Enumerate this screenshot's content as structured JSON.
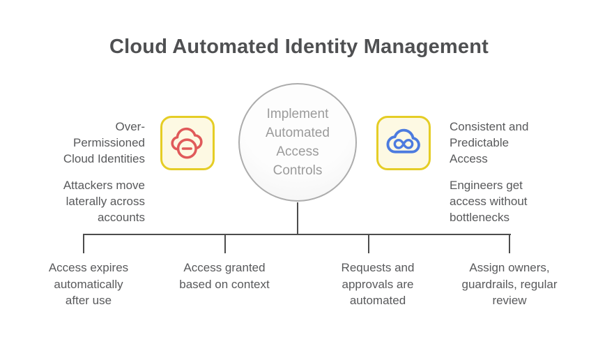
{
  "title": "Cloud Automated Identity Management",
  "center_node": {
    "label": "Implement\nAutomated\nAccess\nControls"
  },
  "left_branch": {
    "icon": "cloud-remove-icon",
    "heading": "Over-\nPermissioned\nCloud Identities",
    "description": "Attackers move\nlaterally across\naccounts"
  },
  "right_branch": {
    "icon": "creative-cloud-icon",
    "heading": "Consistent and\nPredictable\nAccess",
    "description": "Engineers get\naccess without\nbottlenecks"
  },
  "bottom_items": [
    {
      "label": "Access expires\nautomatically\nafter use"
    },
    {
      "label": "Access granted\nbased on context"
    },
    {
      "label": "Requests and\napprovals are\nautomated"
    },
    {
      "label": "Assign owners,\nguardrails, regular\nreview"
    }
  ],
  "colors": {
    "title-text": "#4f5052",
    "body-text": "#58595b",
    "circle-text": "#9b9b9b",
    "circle-border": "#acacac",
    "line": "#4c4c4c",
    "icon-box-fill": "#fdf9e3",
    "icon-box-border": "#e5cd25",
    "cloud-remove": "#e05a5a",
    "creative-cloud": "#4c7bdf"
  }
}
